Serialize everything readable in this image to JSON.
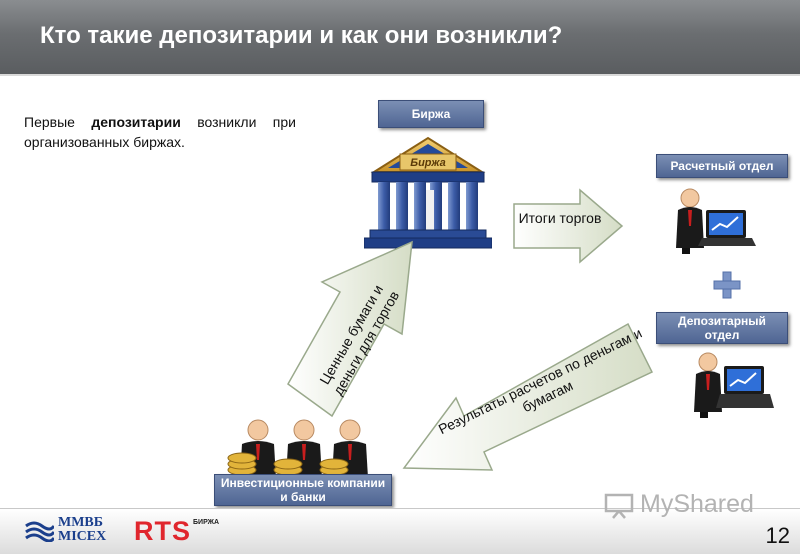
{
  "header": {
    "title": "Кто такие депозитарии и как они возникли?"
  },
  "intro": {
    "before": "Первые ",
    "bold": "депозитарии",
    "after": " возникли при организованных биржах."
  },
  "nodes": {
    "exchange": "Биржа",
    "exchange_building_sign": "Биржа",
    "settlement": "Расчетный отдел",
    "depository": "Депозитарный отдел",
    "investors": "Инвестиционные компании и банки"
  },
  "arrows": {
    "trade_results": "Итоги торгов",
    "securities_money": "Ценные бумаги и деньги для торгов",
    "settlement_results": "Результаты расчетов по деньгам и бумагам"
  },
  "footer": {
    "micex_line1": "ММВБ",
    "micex_line2": "MICEX",
    "rts": "RTS",
    "rts_sub": "БИРЖА",
    "watermark": "MyShared",
    "page": "12"
  }
}
